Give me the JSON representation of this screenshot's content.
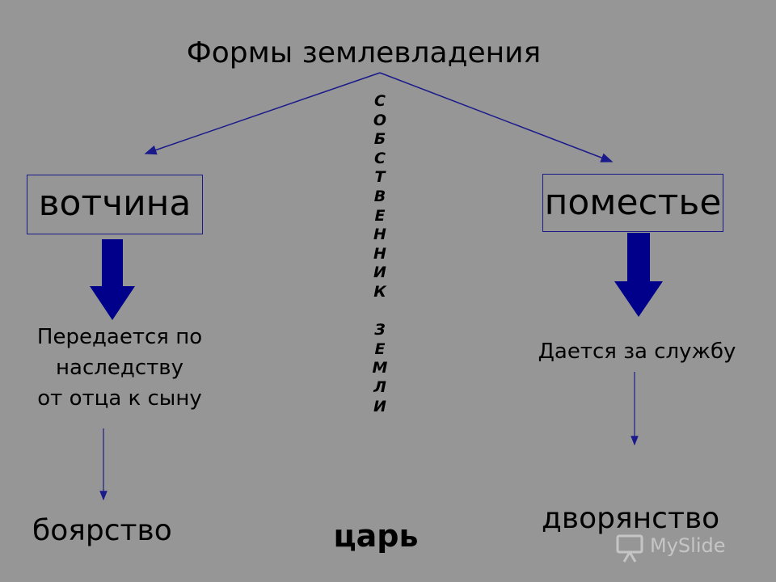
{
  "title": "Формы землевладения",
  "left": {
    "box_label": "вотчина",
    "desc_lines": [
      "Передается по",
      "наследству",
      "от отца к сыну"
    ],
    "result": "боярство"
  },
  "right": {
    "box_label": "поместье",
    "desc": "Дается за службу",
    "result": "дворянство"
  },
  "center": {
    "vertical_letters": [
      "С",
      "О",
      "Б",
      "С",
      "Т",
      "В",
      "Е",
      "Н",
      "Н",
      "И",
      "К",
      " ",
      "З",
      "Е",
      "М",
      "Л",
      "И"
    ],
    "result": "царь"
  },
  "watermark": {
    "text": "MySlide",
    "icon": "presentation-board-icon"
  },
  "colors": {
    "background": "#969696",
    "arrow_navy": "#00008b",
    "line_navy": "#1a1a8a"
  }
}
